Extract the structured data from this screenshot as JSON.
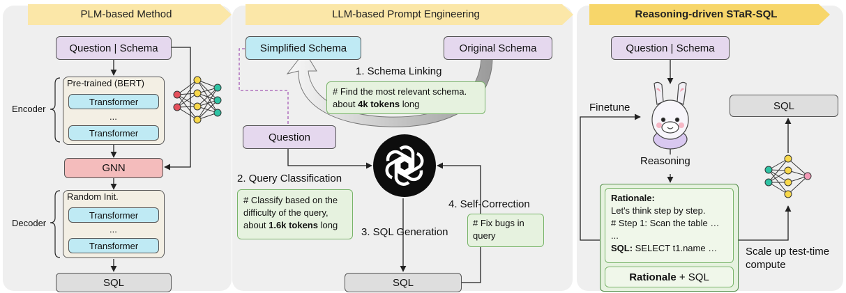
{
  "panels": {
    "plm": {
      "title": "PLM-based Method",
      "question_schema": "Question | Schema",
      "pretrained": "Pre-trained (BERT)",
      "transformer": "Transformer",
      "ellipsis": "...",
      "gnn": "GNN",
      "random_init": "Random Init.",
      "encoder": "Encoder",
      "decoder": "Decoder",
      "sql": "SQL"
    },
    "llm": {
      "title": "LLM-based Prompt Engineering",
      "simplified_schema": "Simplified Schema",
      "original_schema": "Original Schema",
      "schema_linking": "1. Schema Linking",
      "find_note_line1": "# Find the most relevant schema.",
      "find_note_line2_pre": "about ",
      "find_note_line2_bold": "4k tokens",
      "find_note_line2_post": " long",
      "question": "Question",
      "query_classification": "2. Query Classification",
      "classify_line1": "# Classify based on the",
      "classify_line2": "difficulty of the query,",
      "classify_line3_pre": "about ",
      "classify_line3_bold": "1.6k tokens",
      "classify_line3_post": " long",
      "sql_generation": "3. SQL Generation",
      "self_correction": "4. Self-Correction",
      "fix_line1": "#  Fix bugs in",
      "fix_line2": "query",
      "sql": "SQL"
    },
    "star": {
      "title": "Reasoning-driven STaR-SQL",
      "question_schema": "Question | Schema",
      "finetune": "Finetune",
      "reasoning": "Reasoning",
      "sql": "SQL",
      "rationale_title": "Rationale:",
      "rationale_line1": "Let's think step by step.",
      "rationale_line2": "# Step 1: Scan the table …",
      "rationale_line3": "...",
      "sql_label": "SQL:",
      "sql_value": " SELECT t1.name …",
      "rationale_bold": "Rationale",
      "rationale_plus_sql": " + SQL",
      "scale_line1": "Scale up test-time",
      "scale_line2": "compute"
    }
  },
  "colors": {
    "panel_bg": "#efefef",
    "banner": "#fbe7a8",
    "banner_bold": "#f7d66a",
    "purple": "#e5d8ee",
    "blue": "#bfeaf4",
    "red": "#f4bcbc",
    "green": "#e6f2df",
    "gray": "#dedede",
    "dashed_link": "#a55bb5"
  }
}
